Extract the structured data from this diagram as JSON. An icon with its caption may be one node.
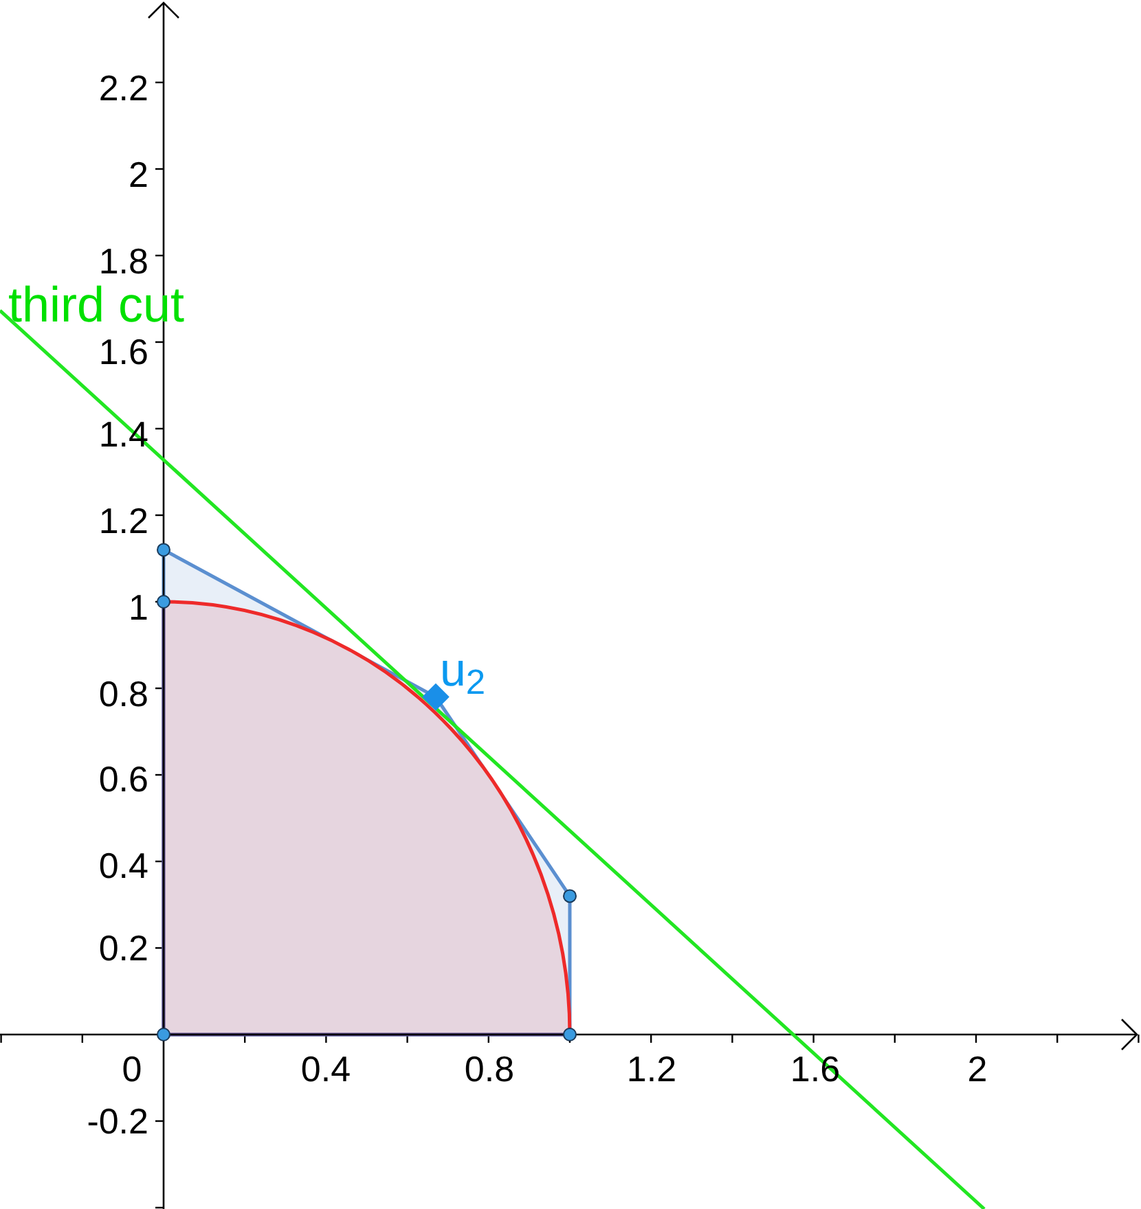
{
  "diagram": {
    "labels": [
      "2.2",
      "2",
      "1.8",
      "third cut",
      "1.6",
      "1.4",
      "1.2",
      "1",
      "0.8",
      "u$_{2}$",
      "0.6",
      "0.4",
      "0.2",
      "0",
      "0.4",
      "0.8",
      "1.2",
      "1.6",
      "2",
      "-0.2"
    ]
  }
}
